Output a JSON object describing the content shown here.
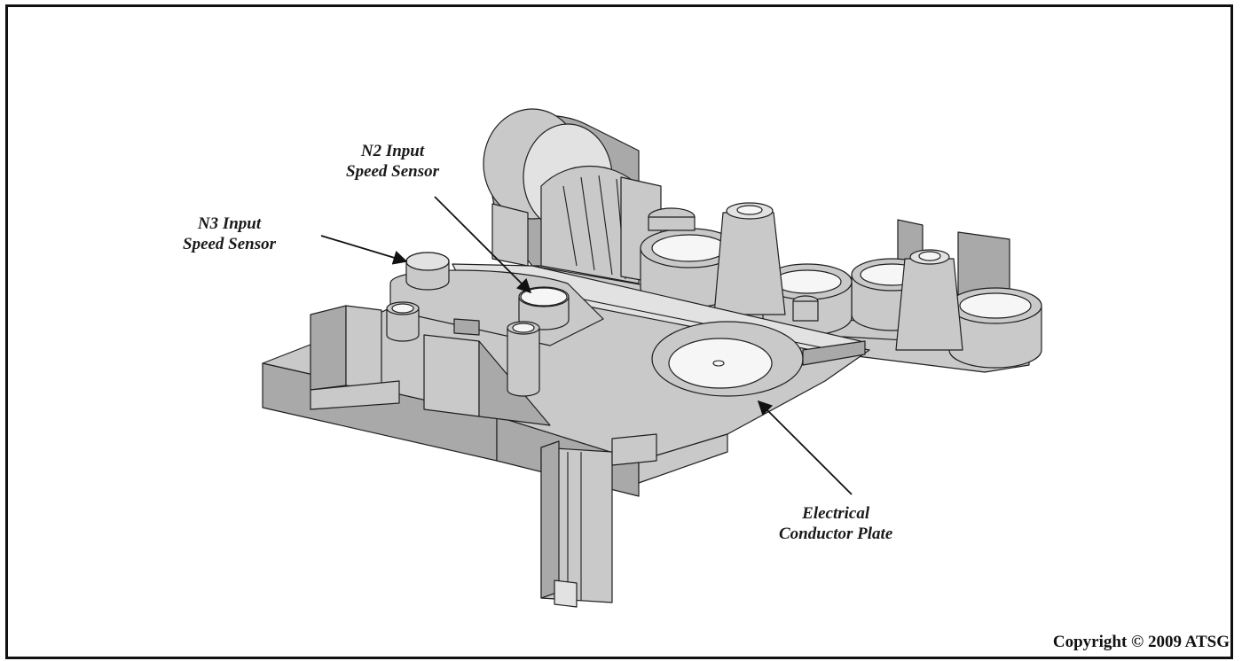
{
  "callouts": {
    "n2": {
      "line1": "N2 Input",
      "line2": "Speed Sensor"
    },
    "n3": {
      "line1": "N3 Input",
      "line2": "Speed Sensor"
    },
    "plate": {
      "line1": "Electrical",
      "line2": "Conductor Plate"
    }
  },
  "copyright": "Copyright © 2009 ATSG"
}
